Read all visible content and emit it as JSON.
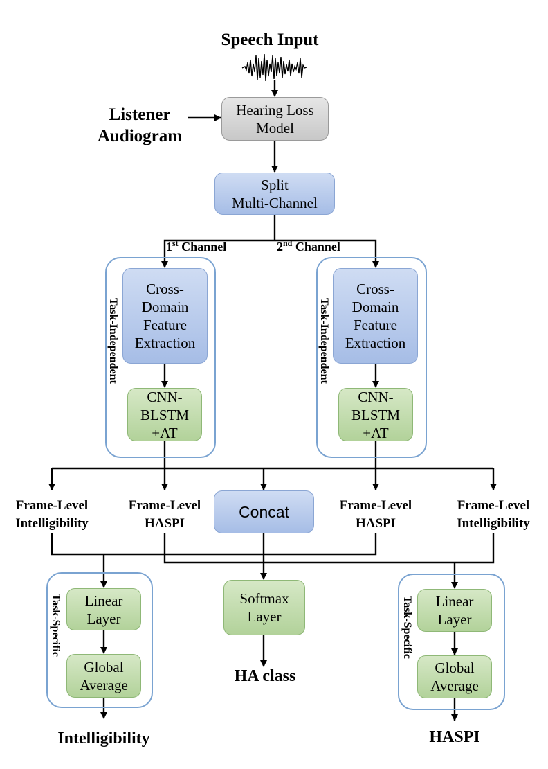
{
  "input": {
    "title": "Speech Input"
  },
  "audiogram": {
    "label": "Listener\nAudiogram"
  },
  "hearing_loss": {
    "label": "Hearing Loss\nModel"
  },
  "split": {
    "label": "Split\nMulti-Channel"
  },
  "channel1": {
    "num": "1",
    "sup": "st",
    "word": " Channel"
  },
  "channel2": {
    "num": "2",
    "sup": "nd",
    "word": " Channel"
  },
  "task_independent_label": "Task-Independent",
  "task_specific_label": "Task-Specific",
  "cross_domain": "Cross-\nDomain\nFeature\nExtraction",
  "cnn": "CNN-\nBLSTM\n+AT",
  "frame_intelligibility": "Frame-Level\nIntelligibility",
  "frame_haspi": "Frame-Level\nHASPI",
  "concat": "Concat",
  "linear_layer": "Linear\nLayer",
  "global_average": "Global\nAverage",
  "softmax": "Softmax\nLayer",
  "outputs": {
    "ha_class": "HA class",
    "intelligibility": "Intelligibility",
    "haspi": "HASPI"
  }
}
